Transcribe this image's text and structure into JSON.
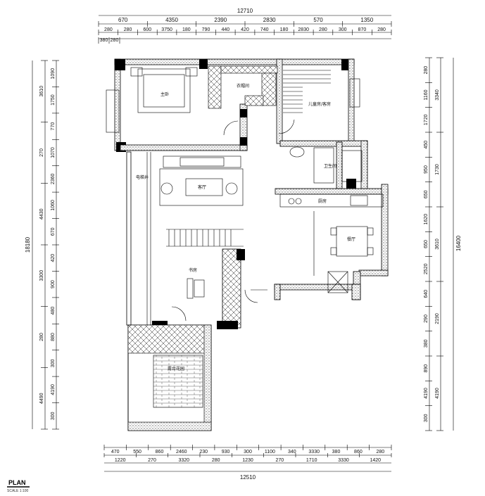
{
  "top_dims": {
    "overall": "12710",
    "row1": [
      "670",
      "4350",
      "2390",
      "2830",
      "570",
      "1350"
    ],
    "row2": [
      "280",
      "280",
      "600",
      "3750",
      "180",
      "790",
      "440",
      "420",
      "740",
      "180",
      "2830",
      "280",
      "300",
      "870",
      "280"
    ],
    "row3": [
      "380",
      "280"
    ]
  },
  "bottom_dims": {
    "row1": [
      "470",
      "550",
      "860",
      "2460",
      "230",
      "930",
      "300",
      "1100",
      "340",
      "3330",
      "380",
      "860",
      "280"
    ],
    "row2": [
      "1220",
      "270",
      "3320",
      "280",
      "1230",
      "270",
      "1710",
      "3330",
      "1420"
    ],
    "overall": "12510"
  },
  "left_dims": {
    "overall": "18180",
    "row_outer": [
      "3610",
      "270",
      "4430",
      "3300",
      "280",
      "4490"
    ],
    "row_inner": [
      "1090",
      "1750",
      "770",
      "1070",
      "2360",
      "1060",
      "670",
      "420",
      "900",
      "480",
      "880",
      "300",
      "4190",
      "300"
    ]
  },
  "right_dims": {
    "overall": "16400",
    "row_outer": [
      "3340",
      "1730",
      "3610",
      "2190",
      "4190"
    ],
    "row_inner": [
      "280",
      "1160",
      "1720",
      "450",
      "950",
      "650",
      "1620",
      "650",
      "2520",
      "640",
      "290",
      "380",
      "890",
      "4190",
      "300"
    ]
  },
  "rooms": {
    "master_bedroom": "主卧",
    "closet": "衣帽间",
    "bedroom": "儿童房/客房",
    "living": "客厅",
    "elevator": "电梯井",
    "bathroom": "卫生间",
    "kitchen": "厨房",
    "dining": "餐厅",
    "study": "书房",
    "terrace": "露台花园"
  },
  "footer": {
    "title": "PLAN",
    "subtitle": "SCALE 1:100"
  }
}
